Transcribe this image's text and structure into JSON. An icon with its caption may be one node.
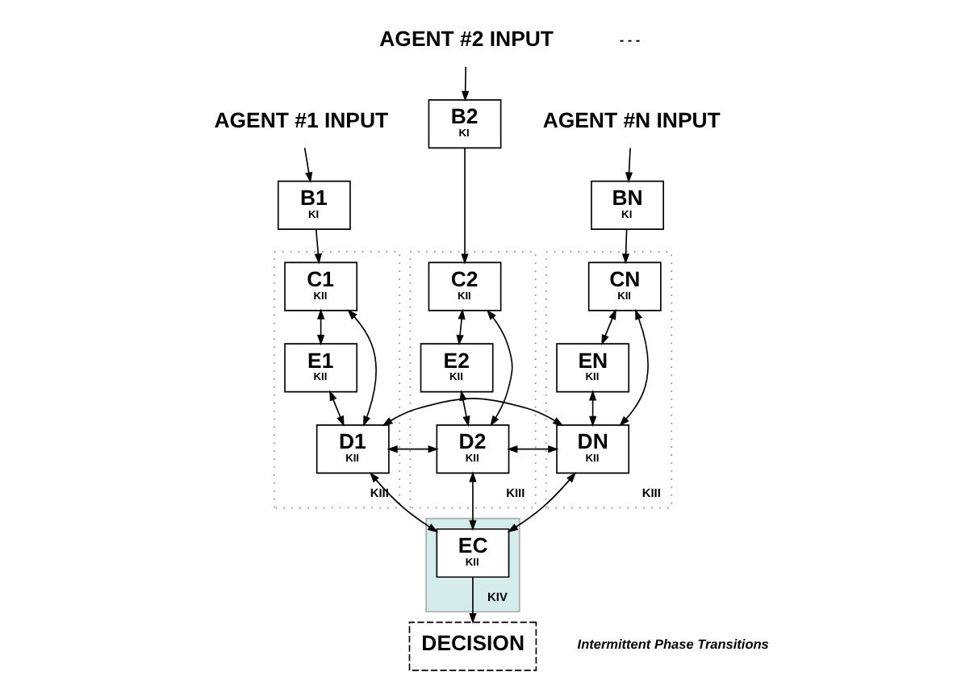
{
  "diagram": {
    "nodes": [
      {
        "text": [
          "AGENT #1 INPUT"
        ]
      },
      {
        "text": [
          "AGENT #2 INPUT"
        ]
      },
      {
        "text": [
          "AGENT #N INPUT"
        ]
      },
      {
        "text": [
          "B1",
          "KI"
        ]
      },
      {
        "text": [
          "B2",
          "KI"
        ]
      },
      {
        "text": [
          "BN",
          "KI"
        ]
      },
      {
        "text": [
          "KIII"
        ]
      },
      {
        "text": [
          "C1",
          "KII"
        ],
        "in": 6
      },
      {
        "text": [
          "E1",
          "KII"
        ],
        "in": 6
      },
      {
        "text": [
          "D1",
          "KII"
        ],
        "in": 6
      },
      {
        "text": [
          "KIII"
        ]
      },
      {
        "text": [
          "C2",
          "KII"
        ],
        "in": 10
      },
      {
        "text": [
          "E2",
          "KII"
        ],
        "in": 10
      },
      {
        "text": [
          "D2",
          "KII"
        ],
        "in": 10
      },
      {
        "text": [
          "KIII"
        ]
      },
      {
        "text": [
          "CN",
          "KII"
        ],
        "in": 14
      },
      {
        "text": [
          "EN",
          "KII"
        ],
        "in": 14
      },
      {
        "text": [
          "DN",
          "KII"
        ],
        "in": 14
      },
      {
        "text": [
          "KIV"
        ]
      },
      {
        "text": [
          "EC",
          "KII"
        ],
        "in": 18
      },
      {
        "text": [
          "DECISION"
        ]
      }
    ],
    "edges": [
      {
        "from": 0,
        "to": 3,
        "arrow": "to"
      },
      {
        "from": 1,
        "to": 4,
        "arrow": "to"
      },
      {
        "from": 2,
        "to": 5,
        "arrow": "to"
      },
      {
        "from": 3,
        "to": 7,
        "arrow": "to"
      },
      {
        "from": 4,
        "to": 11,
        "arrow": "to"
      },
      {
        "from": 5,
        "to": 15,
        "arrow": "to"
      },
      {
        "from": 7,
        "to": 8,
        "arrow": "both"
      },
      {
        "from": 7,
        "to": 9,
        "arrow": "both"
      },
      {
        "from": 8,
        "to": 9,
        "arrow": "both"
      },
      {
        "from": 11,
        "to": 12,
        "arrow": "both"
      },
      {
        "from": 11,
        "to": 13,
        "arrow": "both"
      },
      {
        "from": 12,
        "to": 13,
        "arrow": "both"
      },
      {
        "from": 15,
        "to": 16,
        "arrow": "both"
      },
      {
        "from": 15,
        "to": 17,
        "arrow": "both"
      },
      {
        "from": 16,
        "to": 17,
        "arrow": "both"
      },
      {
        "from": 9,
        "to": 13,
        "arrow": "both"
      },
      {
        "from": 13,
        "to": 17,
        "arrow": "both"
      },
      {
        "from": 9,
        "to": 17,
        "arrow": "both"
      },
      {
        "from": 9,
        "to": 19,
        "arrow": "both"
      },
      {
        "from": 13,
        "to": 19,
        "arrow": "both"
      },
      {
        "from": 17,
        "to": 19,
        "arrow": "both"
      },
      {
        "from": 19,
        "to": 20,
        "arrow": "to"
      }
    ],
    "labels": [
      "- - -",
      "Intermittent Phase Transitions"
    ]
  }
}
